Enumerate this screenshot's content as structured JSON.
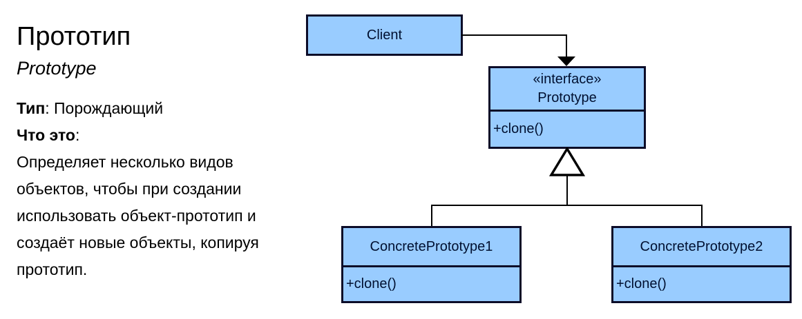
{
  "colors": {
    "box_fill": "#99ccff",
    "box_border": "#0c0c28",
    "box_text": "#001030",
    "line": "#000000",
    "text": "#000000",
    "background": "#ffffff"
  },
  "info": {
    "title_ru": "Прототип",
    "title_en": "Prototype",
    "type_label": "Тип",
    "type_rest": ": Порождающий",
    "what_label": "Что это",
    "what_rest": ":",
    "description": "Определяет несколько видов\nобъектов, чтобы при создании\nиспользовать объект-прототип и\nсоздаёт новые объекты, копируя\nпрототип."
  },
  "diagram": {
    "client": {
      "name": "Client"
    },
    "prototype": {
      "stereotype": "«interface»",
      "name": "Prototype",
      "method": "+clone()"
    },
    "concrete1": {
      "name": "ConcretePrototype1",
      "method": "+clone()"
    },
    "concrete2": {
      "name": "ConcretePrototype2",
      "method": "+clone()"
    }
  }
}
